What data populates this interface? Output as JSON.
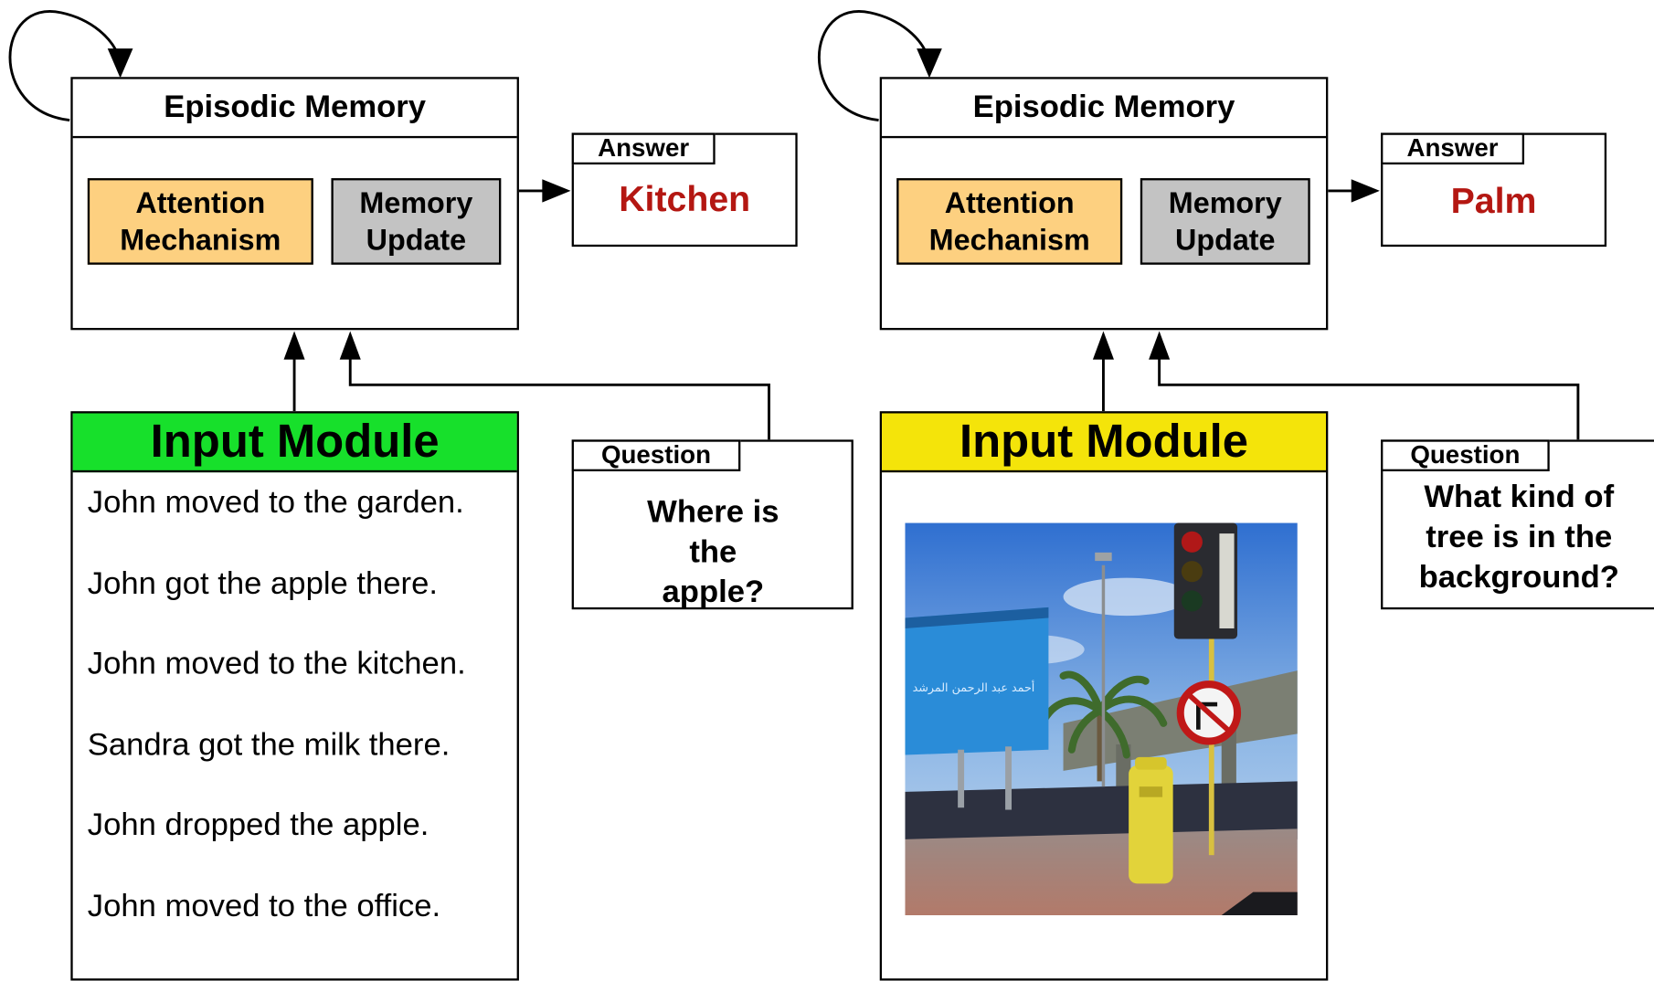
{
  "colors": {
    "attention_fill": "#fdd080",
    "memory_update_fill": "#c3c3c3",
    "answer_text": "#b41712",
    "input_module_left": "#17e02b",
    "input_module_right": "#f4e40a"
  },
  "panels": [
    {
      "episodic_memory": {
        "title": "Episodic Memory",
        "attention_label": "Attention Mechanism",
        "memory_update_label": "Memory Update"
      },
      "answer": {
        "tab": "Answer",
        "text": "Kitchen"
      },
      "question": {
        "tab": "Question",
        "text": "Where is the apple?"
      },
      "input_module": {
        "title": "Input Module",
        "facts": [
          "John moved to the garden.",
          "John got the apple there.",
          "John moved to the kitchen.",
          "Sandra got the milk there.",
          "John dropped the apple.",
          "John moved to the office."
        ]
      }
    },
    {
      "episodic_memory": {
        "title": "Episodic Memory",
        "attention_label": "Attention Mechanism",
        "memory_update_label": "Memory Update"
      },
      "answer": {
        "tab": "Answer",
        "text": "Palm"
      },
      "question": {
        "tab": "Question",
        "text": "What kind of tree is in the background?"
      },
      "input_module": {
        "title": "Input Module",
        "image_sign_text": "أحمد عبد الرحمن المرشد"
      }
    }
  ]
}
